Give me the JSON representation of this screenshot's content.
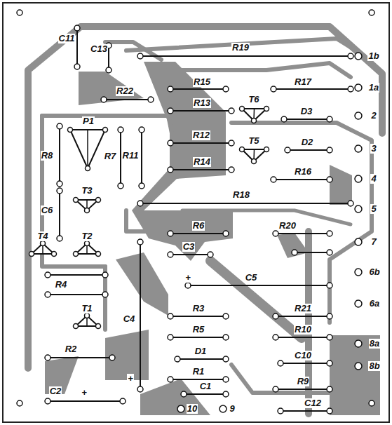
{
  "diagram": {
    "labels": [
      "C11",
      "C13",
      "R19",
      "1b",
      "1a",
      "R22",
      "R15",
      "R17",
      "T6",
      "2",
      "R13",
      "D3",
      "P1",
      "R12",
      "T5",
      "D2",
      "3",
      "R8",
      "R7",
      "R11",
      "R14",
      "R16",
      "4",
      "T3",
      "R18",
      "5",
      "C6",
      "R6",
      "R20",
      "7",
      "T4",
      "T2",
      "C3",
      "C5",
      "+",
      "6b",
      "R4",
      "6a",
      "C4",
      "R3",
      "R21",
      "T1",
      "R5",
      "R10",
      "8a",
      "D1",
      "C10",
      "R2",
      "R1",
      "8b",
      "C1",
      "R9",
      "+",
      "C2",
      "+",
      "C12",
      "10",
      "9"
    ]
  }
}
